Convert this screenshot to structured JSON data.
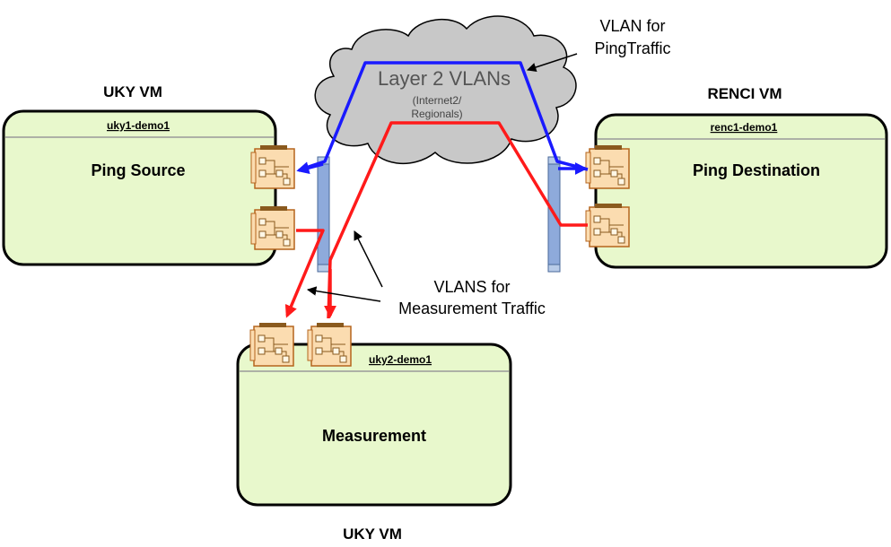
{
  "vms": {
    "uky1": {
      "host_label": "UKY VM",
      "name": "uky1-demo1",
      "role": "Ping Source"
    },
    "renci": {
      "host_label": "RENCI VM",
      "name": "renc1-demo1",
      "role": "Ping Destination"
    },
    "uky2": {
      "host_label": "UKY VM",
      "name": "uky2-demo1",
      "role": "Measurement"
    }
  },
  "cloud": {
    "title": "Layer 2 VLANs",
    "subtitle_line1": "(Internet2/",
    "subtitle_line2": "Regionals)"
  },
  "annotations": {
    "ping_vlan_line1": "VLAN for",
    "ping_vlan_line2": "PingTraffic",
    "measurement_line1": "VLANS for",
    "measurement_line2": "Measurement Traffic"
  },
  "colors": {
    "vm_fill": "#e8f8cc",
    "vm_stroke": "#000000",
    "cloud_fill": "#c8c8c8",
    "ping_path": "#1a1aff",
    "measurement_path": "#ff1a1a",
    "nic_fill": "#fbdcb0",
    "nic_stroke": "#b5651d",
    "switch_fill": "#8eaadb"
  }
}
